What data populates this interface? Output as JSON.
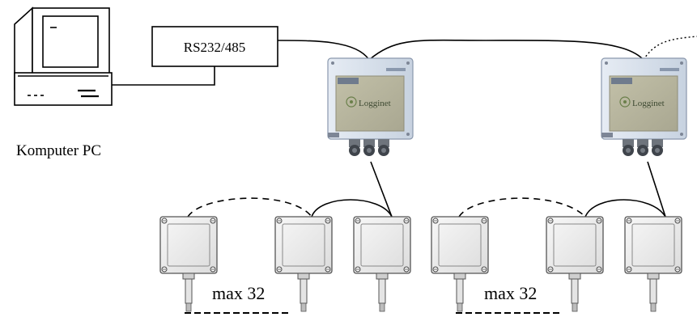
{
  "diagram": {
    "converter_label": "RS232/485",
    "pc_label": "Komputer PC",
    "logger_brand": "Logginet",
    "sensor_group_labels": [
      "max 32",
      "max 32"
    ]
  }
}
